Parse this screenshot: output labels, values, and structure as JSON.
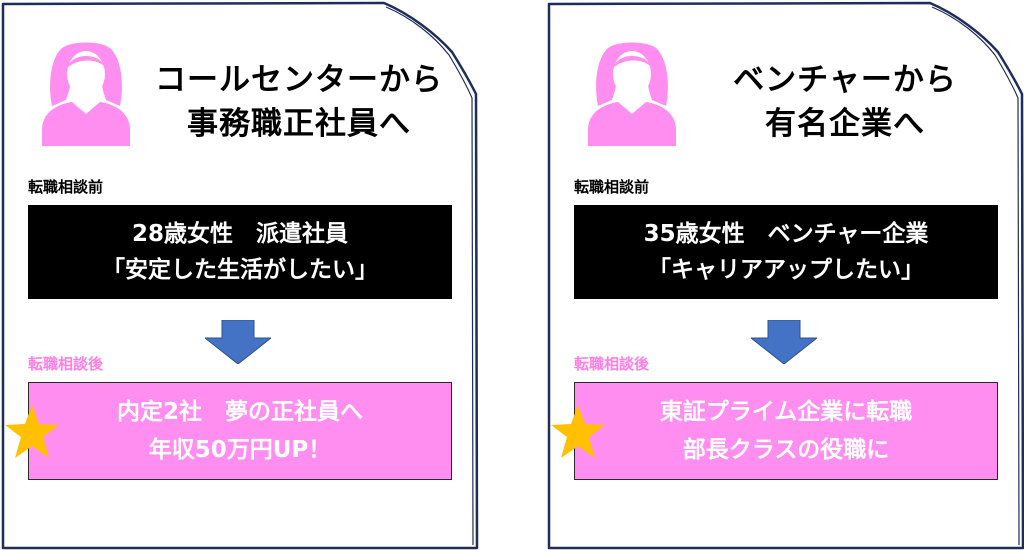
{
  "colors": {
    "avatar": "#ff8ef0",
    "after_box": "#ff8ef0",
    "after_label": "#ff7fe4",
    "arrow": "#4472c4",
    "star": "#ffc000",
    "frame_stroke": "#1f2d5a",
    "before_box": "#000000"
  },
  "cards": [
    {
      "avatar_icon": "woman-avatar-icon",
      "title_line1": "コールセンターから",
      "title_line2": "事務職正社員へ",
      "before_label": "転職相談前",
      "before_line1": "28歳女性　派遣社員",
      "before_line2": "「安定した生活がしたい」",
      "arrow_icon": "down-arrow-icon",
      "after_label": "転職相談後",
      "after_line1": "内定2社　夢の正社員へ",
      "after_line2": "年収50万円UP！",
      "star_icon": "star-icon"
    },
    {
      "avatar_icon": "woman-avatar-icon",
      "title_line1": "ベンチャーから",
      "title_line2": "有名企業へ",
      "before_label": "転職相談前",
      "before_line1": "35歳女性　ベンチャー企業",
      "before_line2": "「キャリアアップしたい」",
      "arrow_icon": "down-arrow-icon",
      "after_label": "転職相談後",
      "after_line1": "東証プライム企業に転職",
      "after_line2": "部長クラスの役職に",
      "star_icon": "star-icon"
    }
  ]
}
